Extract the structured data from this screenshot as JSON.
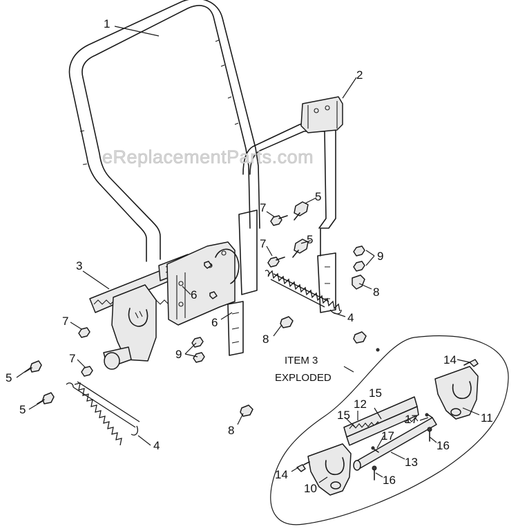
{
  "watermark": "eReplacementParts.com",
  "exploded_caption": [
    "ITEM 3",
    "EXPLODED"
  ],
  "callouts": [
    "1",
    "2",
    "3",
    "4",
    "4",
    "5",
    "5",
    "5",
    "5",
    "6",
    "6",
    "7",
    "7",
    "7",
    "7",
    "8",
    "8",
    "8",
    "9",
    "9",
    "10",
    "11",
    "12",
    "13",
    "14",
    "14",
    "15",
    "15",
    "16",
    "16",
    "17",
    "17"
  ]
}
